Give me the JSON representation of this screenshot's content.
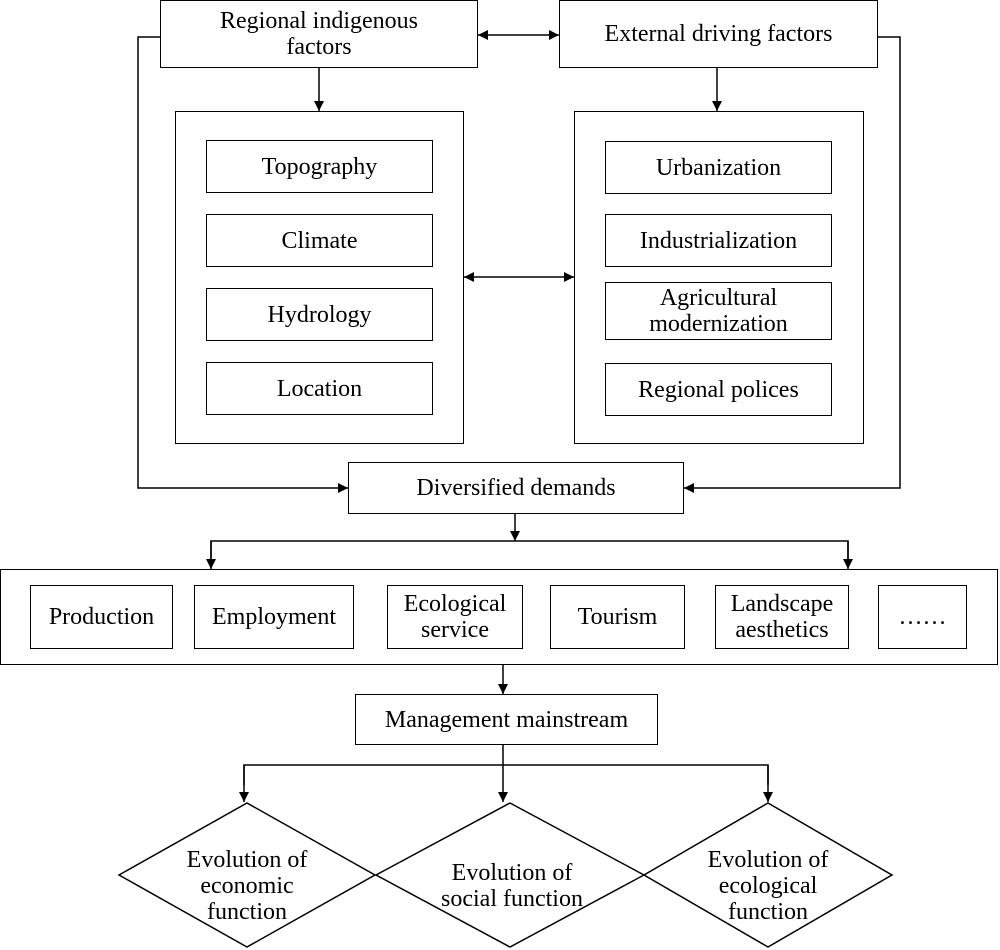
{
  "top": {
    "regional_indigenous_factors": "Regional indigenous factors",
    "external_driving_factors": "External driving factors"
  },
  "indigenous_items": [
    "Topography",
    "Climate",
    "Hydrology",
    "Location"
  ],
  "external_items": [
    "Urbanization",
    "Industrialization",
    "Agricultural modernization",
    "Regional polices"
  ],
  "diversified_demands": "Diversified demands",
  "demands": [
    "Production",
    "Employment",
    "Ecological service",
    "Tourism",
    "Landscape aesthetics",
    "……"
  ],
  "management_mainstream": "Management mainstream",
  "evolutions": [
    "Evolution of economic function",
    "Evolution of social function",
    "Evolution of ecological function"
  ]
}
